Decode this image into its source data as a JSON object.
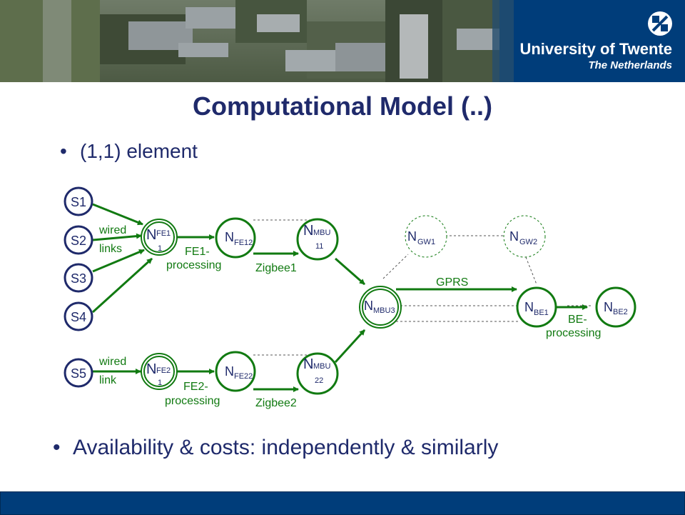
{
  "header": {
    "university": "University of Twente",
    "country": "The Netherlands"
  },
  "slide": {
    "title": "Computational Model (..)",
    "bullets": [
      "(1,1) element",
      "Availability & costs: independently & similarly"
    ]
  },
  "diagram": {
    "sources": [
      "S1",
      "S2",
      "S3",
      "S4",
      "S5"
    ],
    "nodes": {
      "fe11": {
        "main": "N",
        "sub": "FE1",
        "sub2": "1"
      },
      "fe12": {
        "main": "N",
        "sub": "FE12"
      },
      "mbu11": {
        "main": "N",
        "sub": "MBU",
        "sub2": "11"
      },
      "fe21": {
        "main": "N",
        "sub": "FE2",
        "sub2": "1"
      },
      "fe22": {
        "main": "N",
        "sub": "FE22"
      },
      "mbu22": {
        "main": "N",
        "sub": "MBU",
        "sub2": "22"
      },
      "mbu3": {
        "main": "N",
        "sub": "MBU3"
      },
      "gw1": {
        "main": "N",
        "sub": "GW1"
      },
      "gw2": {
        "main": "N",
        "sub": "GW2"
      },
      "be1": {
        "main": "N",
        "sub": "BE1"
      },
      "be2": {
        "main": "N",
        "sub": "BE2"
      }
    },
    "edge_labels": {
      "wired_links_1": "wired",
      "wired_links_2": "links",
      "wired_link_1": "wired",
      "wired_link_2": "link",
      "fe1_proc_1": "FE1-",
      "fe1_proc_2": "processing",
      "fe2_proc_1": "FE2-",
      "fe2_proc_2": "processing",
      "zigbee1": "Zigbee1",
      "zigbee2": "Zigbee2",
      "gprs": "GPRS",
      "be_proc_1": "BE-",
      "be_proc_2": "processing"
    }
  },
  "colors": {
    "title": "#1f2a6b",
    "green": "#117a11",
    "navy": "#1f2a6b",
    "footer": "#003d7a"
  }
}
